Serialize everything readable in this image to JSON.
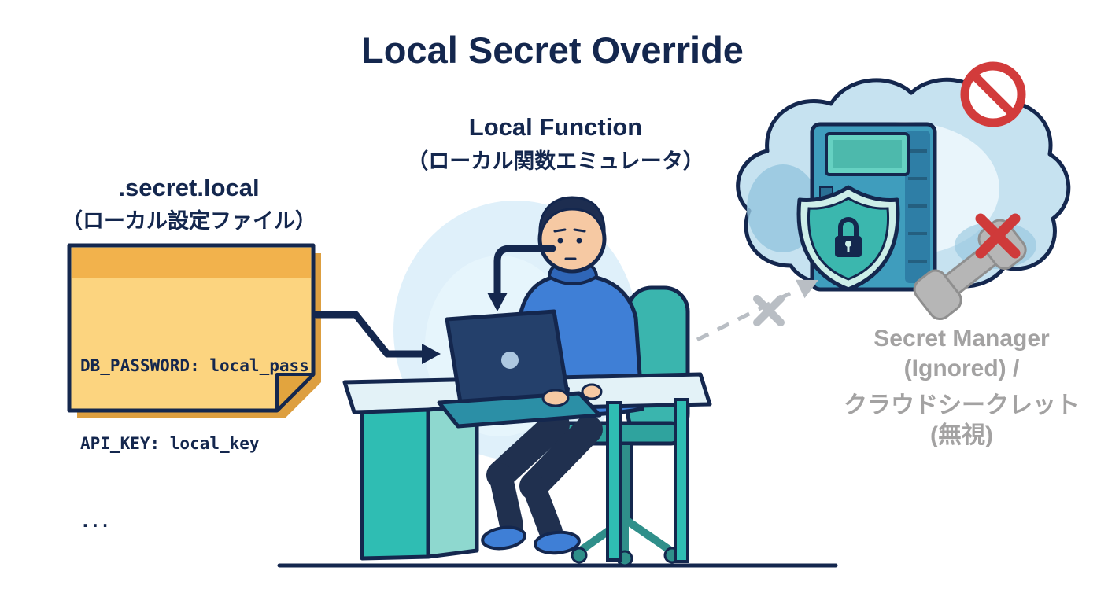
{
  "title": "Local Secret Override",
  "labels": {
    "secret_file": {
      "line1": ".secret.local",
      "line2": "（ローカル設定ファイル）"
    },
    "local_function": {
      "line1": "Local Function",
      "line2": "（ローカル関数エミュレータ）"
    }
  },
  "secret_file": {
    "code_lines": [
      "DB_PASSWORD: local_pass",
      "API_KEY: local_key",
      "..."
    ]
  },
  "secret_manager": {
    "lines": [
      "Secret Manager",
      "(Ignored) /",
      "クラウドシークレット",
      "(無視)"
    ]
  },
  "colors": {
    "title_navy": "#14274e",
    "outline": "#14274e",
    "note_body": "#fcd47f",
    "note_header": "#f2b24c",
    "note_fold": "#e2a43e",
    "note_shadow": "#dd9f40",
    "hoodie_blue": "#3f7fd6",
    "hood_dark_blue": "#2f66b8",
    "skin": "#f6c9a3",
    "teal": "#2fbdb3",
    "teal_light": "#8ed8cf",
    "desk_top": "#e3f2f7",
    "laptop_navy": "#24406b",
    "laptop_base": "#2b8fa6",
    "cloud_blue": "#c6e2f0",
    "server_blue": "#3f9dbd",
    "shield_teal": "#3bb7ae",
    "alert_red": "#d23b3b",
    "blocked_gray": "#b9bec4",
    "caption_gray": "#a3a2a2"
  }
}
